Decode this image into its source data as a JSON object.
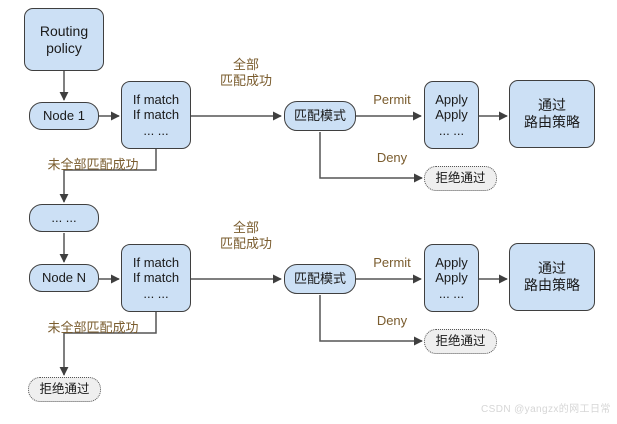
{
  "diagram": {
    "title": "Routing policy matching flow",
    "background": "#ffffff",
    "colors": {
      "node_fill": "#cce0f5",
      "node_stroke": "#3f3f3f",
      "reject_fill": "#efefef",
      "reject_stroke": "#555555",
      "edge_stroke": "#555555",
      "label_text": "#7a5c2e",
      "node_text": "#1a1a1a",
      "watermark_text": "#d6d6d6"
    }
  },
  "nodes": {
    "routing_policy": {
      "line1": "Routing",
      "line2": "policy"
    },
    "node1": {
      "label": "Node 1"
    },
    "ellipsis_node": {
      "label": "... ..."
    },
    "nodeN": {
      "label": "Node N"
    },
    "if_match_top": {
      "line1": "If match",
      "line2": "If match",
      "line3": "... ..."
    },
    "if_match_bottom": {
      "line1": "If match",
      "line2": "If match",
      "line3": "... ..."
    },
    "match_mode_top": {
      "label": "匹配模式"
    },
    "match_mode_bottom": {
      "label": "匹配模式"
    },
    "apply_top": {
      "line1": "Apply",
      "line2": "Apply",
      "line3": "... ..."
    },
    "apply_bottom": {
      "line1": "Apply",
      "line2": "Apply",
      "line3": "... ..."
    },
    "pass_top": {
      "line1": "通过",
      "line2": "路由策略"
    },
    "pass_bottom": {
      "line1": "通过",
      "line2": "路由策略"
    },
    "reject_top": {
      "label": "拒绝通过"
    },
    "reject_bottom": {
      "label": "拒绝通过"
    },
    "reject_final": {
      "label": "拒绝通过"
    }
  },
  "edge_labels": {
    "all_matched_top": {
      "line1": "全部",
      "line2": "匹配成功"
    },
    "all_matched_bottom": {
      "line1": "全部",
      "line2": "匹配成功"
    },
    "not_all_matched_top": {
      "label": "未全部匹配成功"
    },
    "not_all_matched_bottom": {
      "label": "未全部匹配成功"
    },
    "permit_top": {
      "label": "Permit"
    },
    "permit_bottom": {
      "label": "Permit"
    },
    "deny_top": {
      "label": "Deny"
    },
    "deny_bottom": {
      "label": "Deny"
    }
  },
  "watermark": {
    "text": "CSDN @yangzx的网工日常"
  }
}
